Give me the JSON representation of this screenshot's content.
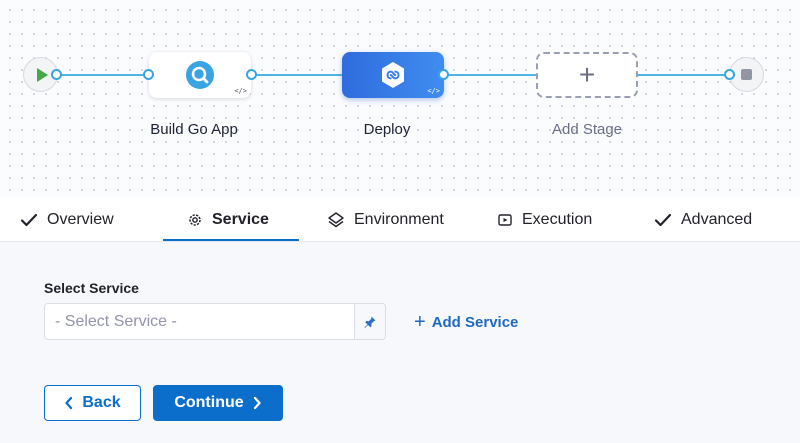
{
  "pipeline": {
    "stages": [
      {
        "name": "Build Go App",
        "icon": "build-magnifier-icon"
      },
      {
        "name": "Deploy",
        "icon": "deploy-infinity-icon"
      },
      {
        "name": "Add Stage",
        "icon": "plus-icon"
      }
    ],
    "colors": {
      "connector": "#4eb4e8",
      "deploy_stage": "#3a7ee8",
      "start": "#42ab45",
      "stop": "#9295a3"
    }
  },
  "tabs": [
    {
      "label": "Overview",
      "icon": "check-icon"
    },
    {
      "label": "Service",
      "icon": "gear-icon"
    },
    {
      "label": "Environment",
      "icon": "layers-icon"
    },
    {
      "label": "Execution",
      "icon": "execution-icon"
    },
    {
      "label": "Advanced",
      "icon": "check-icon"
    }
  ],
  "active_tab": "Service",
  "service": {
    "label": "Select Service",
    "placeholder": "- Select Service -",
    "pin_icon": "pin-icon",
    "add_label": "Add Service"
  },
  "actions": {
    "back_label": "Back",
    "continue_label": "Continue"
  },
  "accent_color": "#0b6ecb"
}
